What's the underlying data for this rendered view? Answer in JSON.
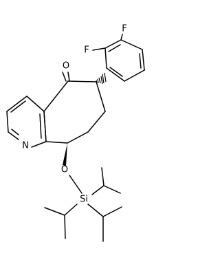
{
  "labels": {
    "fluorine_top": "F",
    "fluorine_left": "F",
    "carbonyl_oxygen": "O",
    "pyridine_nitrogen": "N",
    "ether_oxygen": "O",
    "silicon": "Si"
  }
}
